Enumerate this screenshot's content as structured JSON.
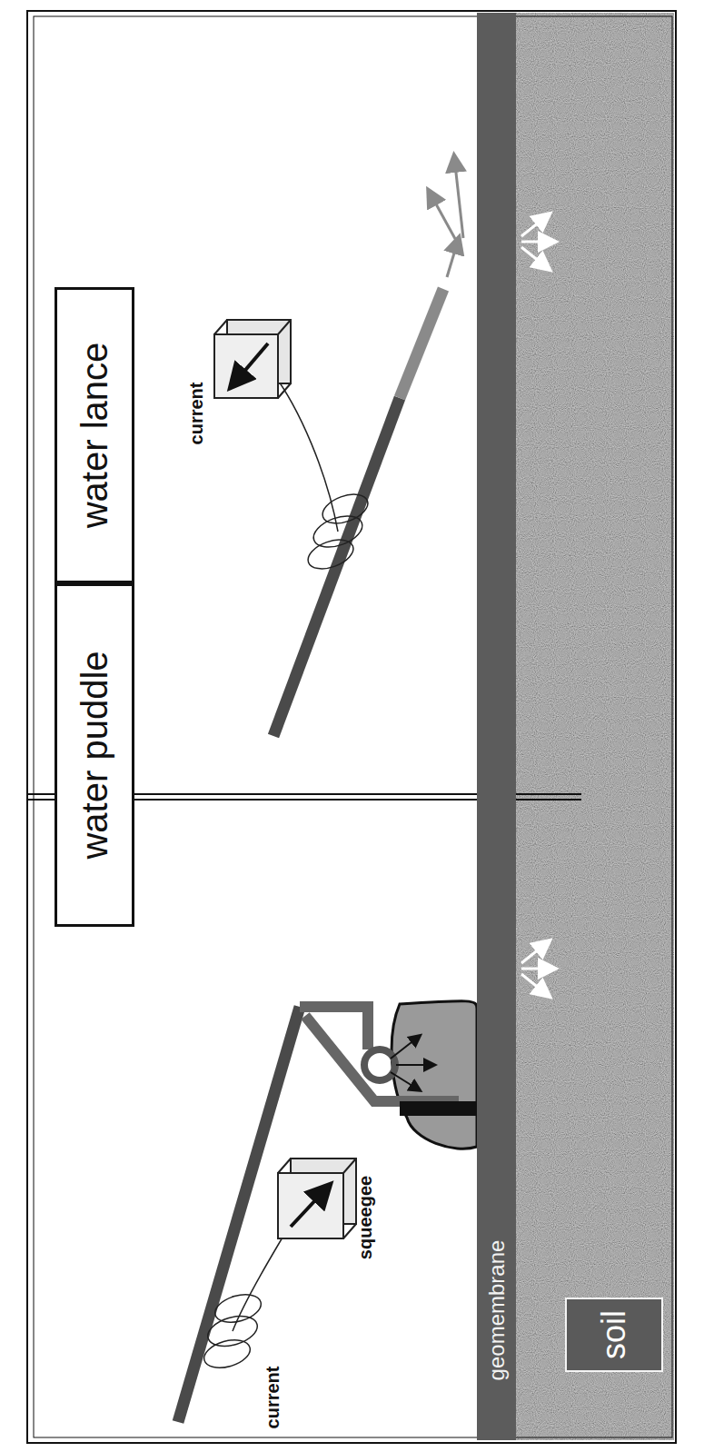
{
  "diagram": {
    "nodes": [
      {
        "text": [
          "water puddle"
        ]
      },
      {
        "text": [
          "water lance"
        ]
      },
      {
        "text": [
          "geomembrane"
        ]
      },
      {
        "text": [
          "soil"
        ]
      }
    ],
    "labels": [
      "current",
      "squeegee",
      "current"
    ]
  }
}
